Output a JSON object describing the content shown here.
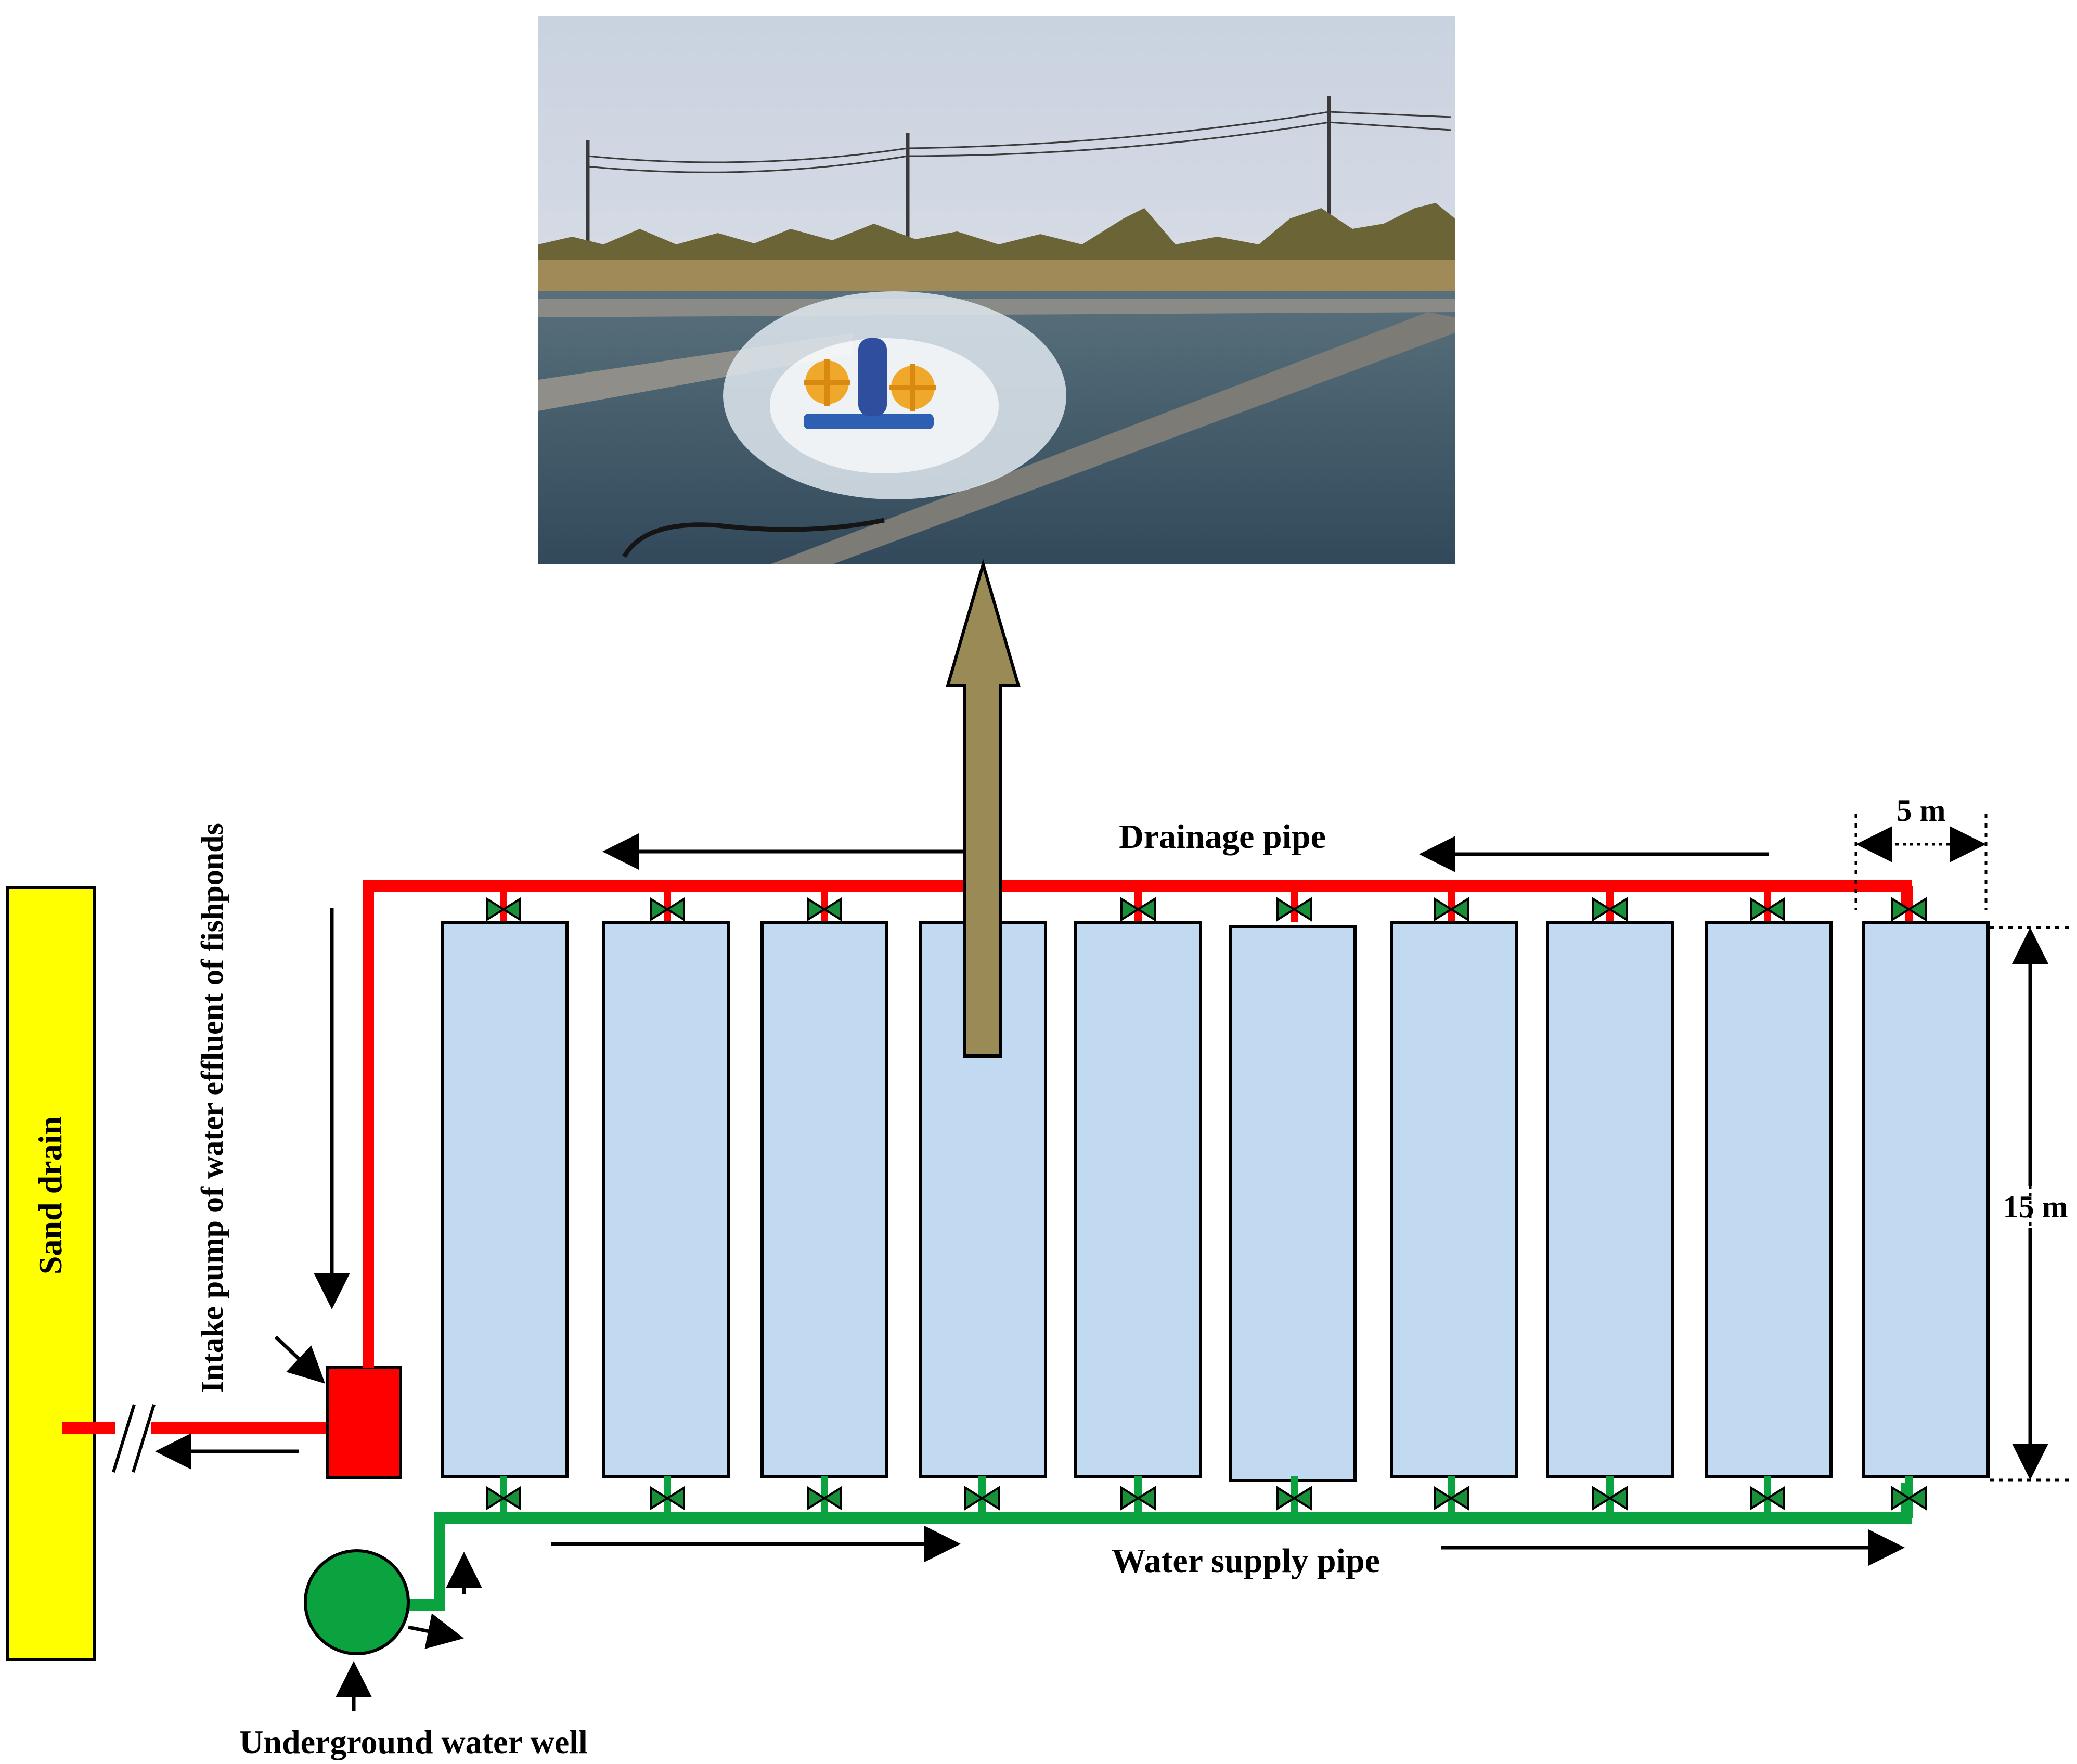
{
  "labels": {
    "sand_drain": "Sand drain",
    "intake_pump": "Intake pump of water effluent of fishponds",
    "drainage_pipe": "Drainage pipe",
    "water_supply_pipe": "Water supply pipe",
    "underground_well": "Underground water well",
    "width_dim": "5 m",
    "height_dim": "15 m"
  },
  "pond_count": 10,
  "colors": {
    "drain_pipe": "#ff0000",
    "supply_pipe": "#0aa33f",
    "pond_fill": "#c2daf1",
    "sand_drain_fill": "#ffff00",
    "pump_fill": "#ff0000",
    "well_fill": "#0aa33f",
    "big_arrow": "#9a8a55",
    "valve_fill": "#1a8f3a"
  }
}
